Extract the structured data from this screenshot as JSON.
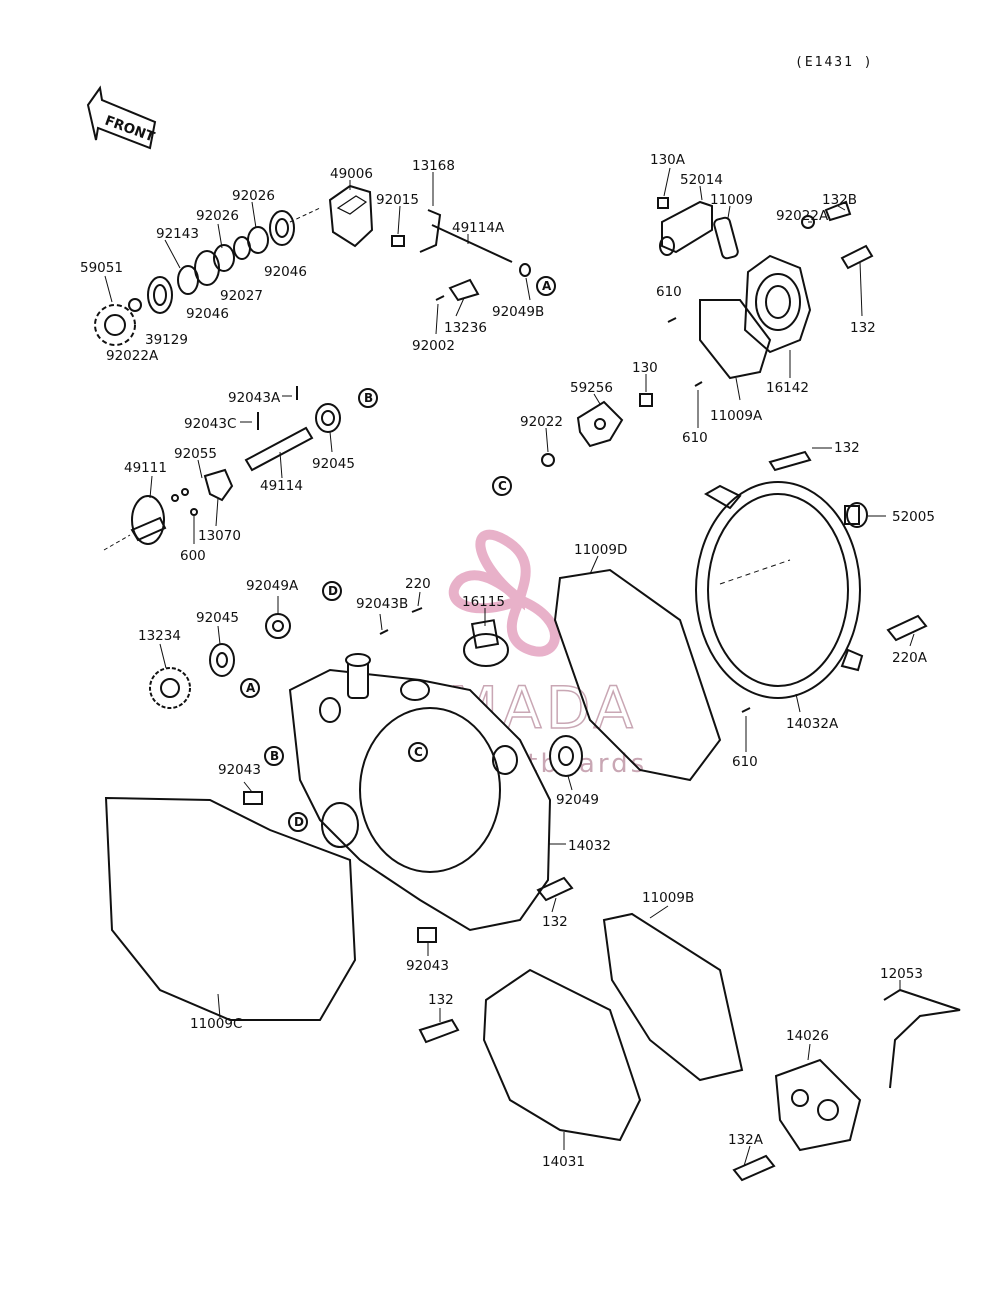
{
  "diagram_code": "(E1431 )",
  "front_arrow_label": "FRONT",
  "watermark": {
    "brand": "ARMADA",
    "sub": "marine outboards",
    "color": "#c9a7b4"
  },
  "part_labels": {
    "p59051": "59051",
    "p92022A_1": "92022A",
    "p39129": "39129",
    "p92046_1": "92046",
    "p92143": "92143",
    "p92026_1": "92026",
    "p92026_2": "92026",
    "p92027": "92027",
    "p92046_2": "92046",
    "p49006": "49006",
    "p92015": "92015",
    "p13168": "13168",
    "p49114A": "49114A",
    "p13236": "13236",
    "p92002": "92002",
    "p92049B": "92049B",
    "p130A": "130A",
    "p52014": "52014",
    "p11009": "11009",
    "p92022A_2": "92022A",
    "p132B": "132B",
    "p610_1": "610",
    "p132_1": "132",
    "p16142": "16142",
    "p11009A": "11009A",
    "p610_2": "610",
    "p130": "130",
    "p59256": "59256",
    "p92022": "92022",
    "p92043A": "92043A",
    "p92043C": "92043C",
    "p92045_1": "92045",
    "p49114": "49114",
    "p92055": "92055",
    "p49111": "49111",
    "p13070": "13070",
    "p600": "600",
    "p132_2": "132",
    "p52005": "52005",
    "p11009D": "11009D",
    "p220": "220",
    "p16115": "16115",
    "p92049A": "92049A",
    "p92043B": "92043B",
    "p92045_2": "92045",
    "p13234": "13234",
    "p220A": "220A",
    "p14032A": "14032A",
    "p610_3": "610",
    "p92043_1": "92043",
    "p92049": "92049",
    "p14032": "14032",
    "p132_3": "132",
    "p92043_2": "92043",
    "p11009C": "11009C",
    "p11009B": "11009B",
    "p132_4": "132",
    "p12053": "12053",
    "p14026": "14026",
    "p14031": "14031",
    "p132A": "132A"
  },
  "circle_refs": {
    "A1": "A",
    "A2": "A",
    "B1": "B",
    "B2": "B",
    "C1": "C",
    "C2": "C",
    "D1": "D",
    "D2": "D"
  }
}
